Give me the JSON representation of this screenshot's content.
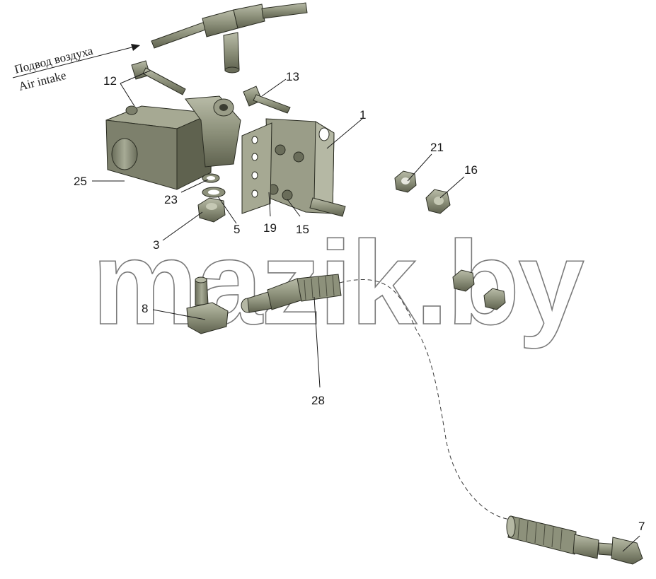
{
  "air_intake": {
    "label_ru": "Подвод воздуха",
    "label_en": "Air intake"
  },
  "watermark": "mazik.by",
  "callouts": [
    {
      "id": "c1",
      "text": "1"
    },
    {
      "id": "c3",
      "text": "3"
    },
    {
      "id": "c5",
      "text": "5"
    },
    {
      "id": "c7",
      "text": "7"
    },
    {
      "id": "c8",
      "text": "8"
    },
    {
      "id": "c12",
      "text": "12"
    },
    {
      "id": "c13",
      "text": "13"
    },
    {
      "id": "c15",
      "text": "15"
    },
    {
      "id": "c16",
      "text": "16"
    },
    {
      "id": "c19",
      "text": "19"
    },
    {
      "id": "c21",
      "text": "21"
    },
    {
      "id": "c23",
      "text": "23"
    },
    {
      "id": "c25",
      "text": "25"
    },
    {
      "id": "c28",
      "text": "28"
    }
  ],
  "colors": {
    "part_fill": "#8d917b",
    "part_light": "#b5b8a4",
    "part_dark": "#5b5e4d",
    "ink": "#1a1a1a"
  }
}
